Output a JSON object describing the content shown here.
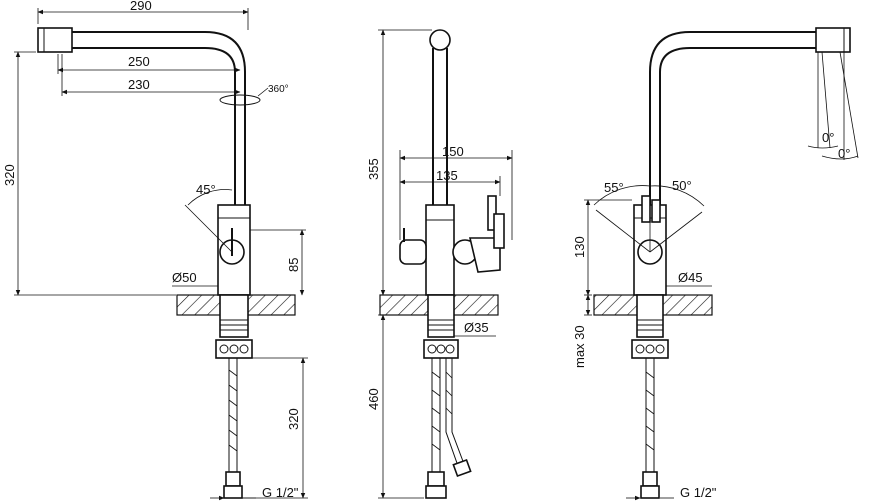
{
  "views": {
    "side_left": {
      "dims": {
        "spout_reach_total": "290",
        "spout_reach_mid": "250",
        "spout_reach_inner": "230",
        "rotation": "360°",
        "height_total": "320",
        "handle_angle": "45°",
        "body_diameter": "Ø50",
        "body_height": "85",
        "hose_length": "320",
        "thread": "G 1/2\""
      }
    },
    "front": {
      "dims": {
        "height_total": "355",
        "width_outer": "150",
        "width_inner": "135",
        "shank_diameter": "Ø35",
        "hose_length": "460"
      }
    },
    "side_right": {
      "dims": {
        "angle_left": "55°",
        "angle_right": "50°",
        "aerator_angle_1": "0°",
        "aerator_angle_2": "0°",
        "handle_height": "130",
        "body_diameter": "Ø45",
        "max_counter": "max 30",
        "thread": "G 1/2\""
      }
    }
  },
  "colors": {
    "line": "#111111",
    "background": "#ffffff"
  }
}
